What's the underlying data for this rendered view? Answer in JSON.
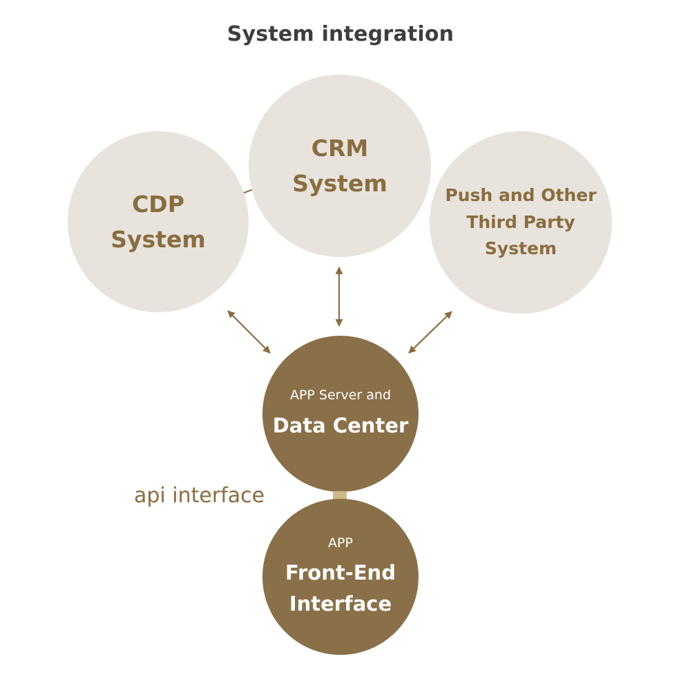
{
  "title": "System integration",
  "nodes": {
    "cdp": {
      "line1": "CDP",
      "line2": "System"
    },
    "crm": {
      "line1": "CRM",
      "line2": "System"
    },
    "push": {
      "line1": "Push and Other",
      "line2": "Third Party",
      "line3": "System"
    },
    "server": {
      "line1": "APP Server and",
      "line2": "Data Center"
    },
    "app": {
      "line1": "APP",
      "line2": "Front-End",
      "line3": "Interface"
    }
  },
  "edge_label": "api interface",
  "colors": {
    "light_circle": "#e8e3dc",
    "dark_circle": "#8a7048",
    "accent_text": "#8a6d40",
    "connector": "#8a6d40",
    "api_arrow": "#cdb98a",
    "title": "#3e3e3e"
  }
}
